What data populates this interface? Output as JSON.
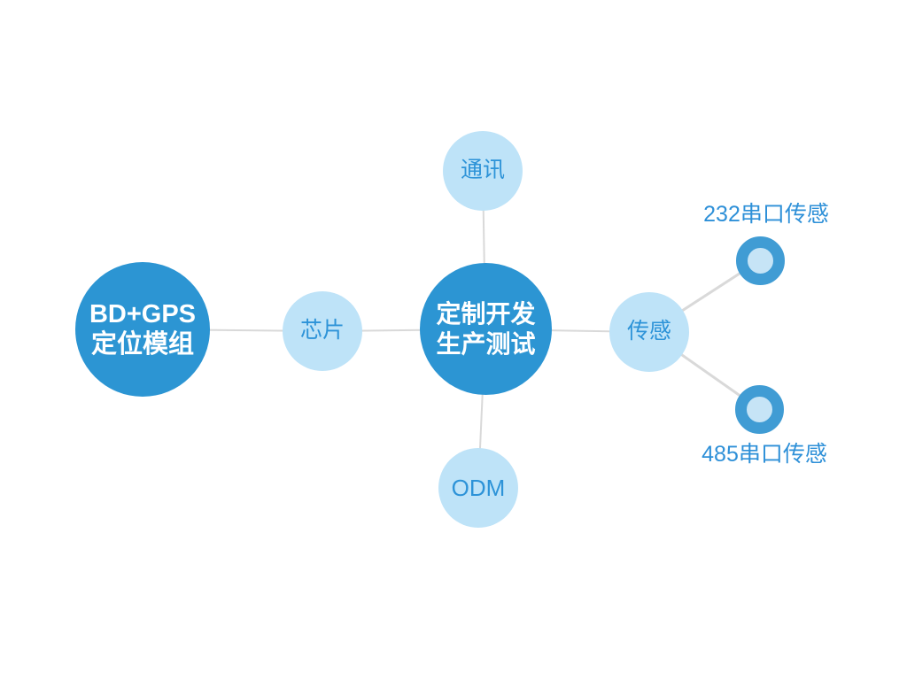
{
  "diagram": {
    "nodes": {
      "bd_gps": {
        "label": "BD+GPS\n定位模组",
        "style": "primary"
      },
      "chip": {
        "label": "芯片",
        "style": "light"
      },
      "core": {
        "label": "定制开发\n生产测试",
        "style": "primary"
      },
      "communication": {
        "label": "通讯",
        "style": "light"
      },
      "odm": {
        "label": "ODM",
        "style": "light"
      },
      "sensor": {
        "label": "传感",
        "style": "light"
      }
    },
    "leaves": {
      "serial_232": {
        "label": "232串口传感",
        "marker": "donut-circle"
      },
      "serial_485": {
        "label": "485串口传感",
        "marker": "donut-circle"
      }
    },
    "colors": {
      "primary_circle": "#2C95D3",
      "light_circle": "#BEE3F8",
      "primary_circle_text": "#FFFFFF",
      "light_circle_text": "#2D93D8",
      "donut_ring": "#409CD4",
      "donut_inner": "#C6E4F6",
      "connector_line": "#D9D9D9",
      "leaf_label_text": "#2E90D8",
      "background": "#FFFFFF"
    }
  }
}
